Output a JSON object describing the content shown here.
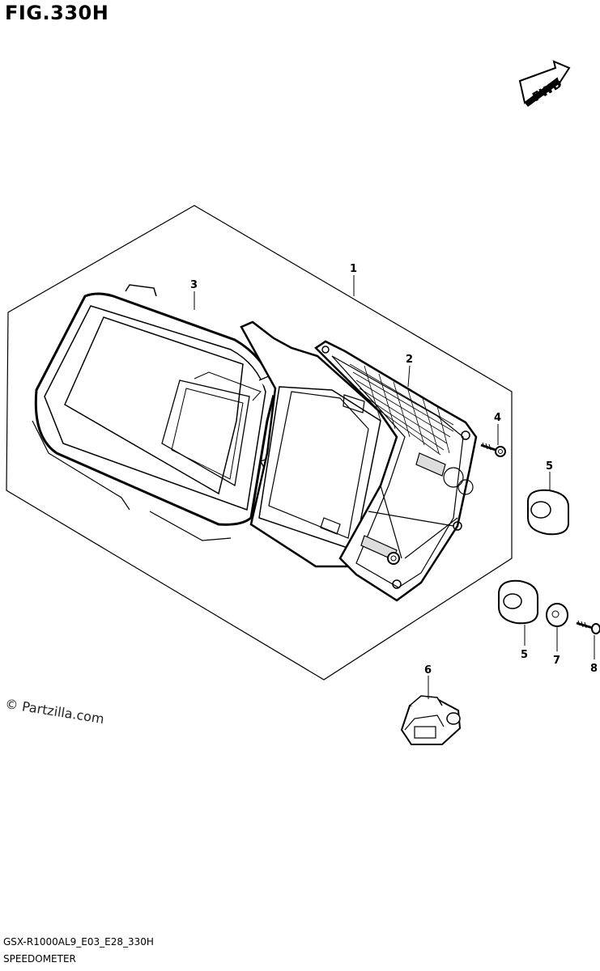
{
  "figure": {
    "title": "FIG.330H"
  },
  "fwd_badge": {
    "label": "FWD"
  },
  "callouts": {
    "c1": "1",
    "c2": "2",
    "c3": "3",
    "c4": "4",
    "c5a": "5",
    "c5b": "5",
    "c6": "6",
    "c7": "7",
    "c8": "8"
  },
  "watermark": "© Partzilla.com",
  "footer": {
    "code": "GSX-R1000AL9_E03_E28_330H",
    "name": "SPEEDOMETER"
  }
}
